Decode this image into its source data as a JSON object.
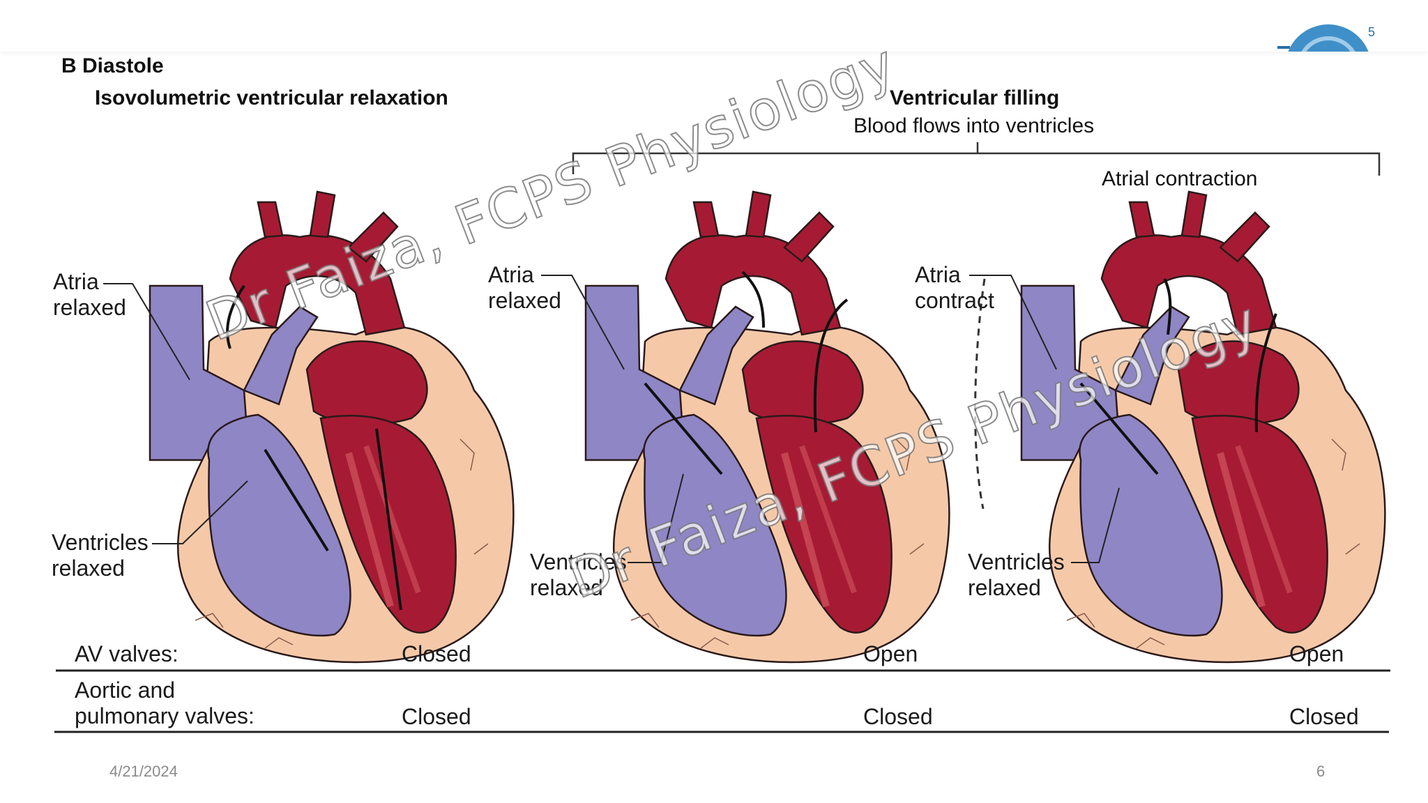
{
  "slide": {
    "section_title": "B  Diastole",
    "phase1_title": "Isovolumetric ventricular relaxation",
    "phase2_title": "Ventricular filling",
    "phase2_subtitle": "Blood flows into ventricles",
    "phase3_title": "Atrial contraction",
    "hearts": [
      {
        "atria_label": [
          "Atria",
          "relaxed"
        ],
        "ventricle_label": [
          "Ventricles",
          "relaxed"
        ]
      },
      {
        "atria_label": [
          "Atria",
          "relaxed"
        ],
        "ventricle_label": [
          "Ventricles",
          "relaxed"
        ]
      },
      {
        "atria_label": [
          "Atria",
          "contract"
        ],
        "ventricle_label": [
          "Ventricles",
          "relaxed"
        ]
      }
    ],
    "table": {
      "row1_label": "AV valves:",
      "row1_values": [
        "Closed",
        "Open",
        "Open"
      ],
      "row2_label": [
        "Aortic and",
        "pulmonary valves:"
      ],
      "row2_values": [
        "Closed",
        "Closed",
        "Closed"
      ]
    },
    "watermark": "Dr Faiza, FCPS Physiology",
    "footer": {
      "date": "4/21/2024",
      "page": "6"
    }
  }
}
